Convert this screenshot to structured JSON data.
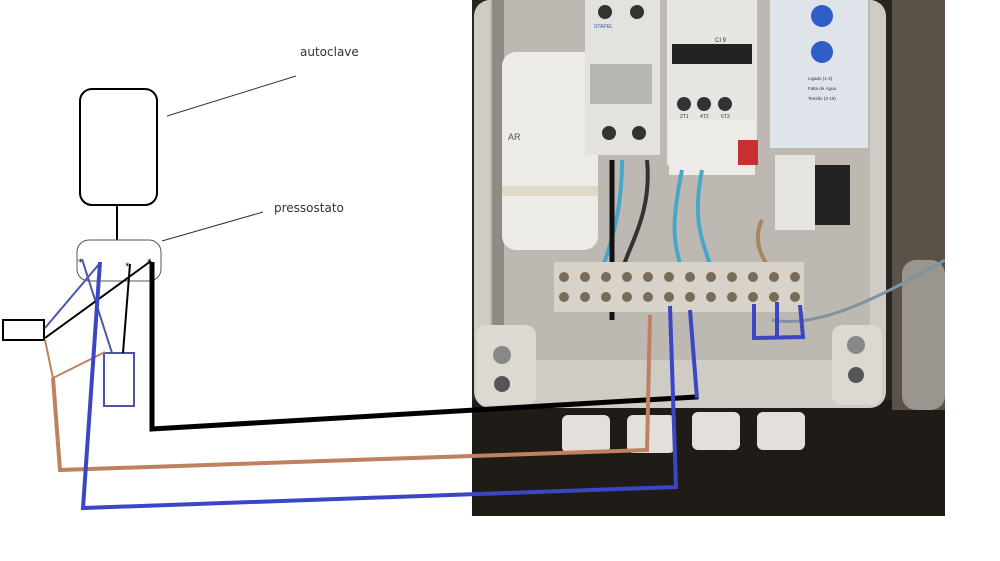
{
  "diagram": {
    "labels": {
      "autoclave": "autoclave",
      "pressostato": "pressostato"
    },
    "wire_colors": {
      "black": "#000000",
      "blue": "#3c46c4",
      "brown": "#bf8160",
      "outline_blue": "#4a55a8"
    },
    "pressostato_terminal_symbol": "*"
  },
  "photo": {
    "description": "electrical control box interior",
    "breaker_brand": "STAPEL",
    "contactor_model": "CI 9",
    "contactor_terminals": [
      "2T1",
      "4T2",
      "6T3"
    ],
    "relay_leds": [
      "Ligado (1-2)",
      "Falta de Água",
      "Tensão (2-10)"
    ],
    "capacitor_text": "AR"
  }
}
